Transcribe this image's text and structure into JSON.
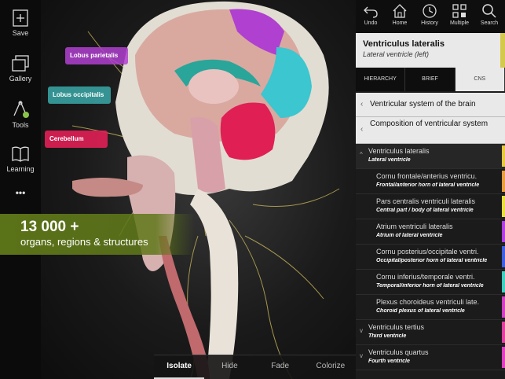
{
  "left_toolbar": {
    "save": "Save",
    "gallery": "Gallery",
    "tools": "Tools",
    "learning": "Learning",
    "more": "•••"
  },
  "labels": {
    "parietal": "Lobus parietalis",
    "occipital": "Lobus occipitalis",
    "cerebellum": "Cerebellum"
  },
  "banner": {
    "count": "13 000 +",
    "caption": "organs, regions & structures"
  },
  "bottom_bar": [
    "Isolate",
    "Hide",
    "Fade",
    "Colorize"
  ],
  "top_toolbar": {
    "undo": "Undo",
    "home": "Home",
    "history": "History",
    "multiple": "Multiple",
    "search": "Search"
  },
  "panel": {
    "title": "Ventriculus lateralis",
    "subtitle": "Lateral ventricle (left)",
    "tabs": [
      "HIERARCHY",
      "BRIEF",
      "CNS"
    ],
    "breadcrumbs": [
      "Ventricular system of the brain",
      "Composition of ventricular system"
    ],
    "rows": [
      {
        "name": "Ventriculus lateralis",
        "translation": "Lateral ventricle",
        "color": "#e8c840"
      },
      {
        "name": "Cornu frontale/anterius ventricu.",
        "translation": "Frontal/anterior horn of lateral ventricle",
        "color": "#e8a040"
      },
      {
        "name": "Pars centralis ventriculi lateralis",
        "translation": "Central part / body of lateral ventricle",
        "color": "#e8e040"
      },
      {
        "name": "Atrium ventriculi lateralis",
        "translation": "Atrium of lateral ventricle",
        "color": "#b040e0"
      },
      {
        "name": "Cornu posterius/occipitale ventri.",
        "translation": "Occipital/posterior horn of lateral ventricle",
        "color": "#4060e0"
      },
      {
        "name": "Cornu inferius/temporale ventri.",
        "translation": "Temporal/inferior horn of lateral ventricle",
        "color": "#40d0c0"
      },
      {
        "name": "Plexus choroideus ventriculi late.",
        "translation": "Choroid plexus of lateral ventricle",
        "color": "#d040c0"
      },
      {
        "name": "Ventriculus tertius",
        "translation": "Third ventricle",
        "color": "#e040a0"
      },
      {
        "name": "Ventriculus quartus",
        "translation": "Fourth ventricle",
        "color": "#e040c0"
      }
    ]
  },
  "colors": {
    "accent_green": "#5f7819",
    "parietal": "#b040d0",
    "occipital": "#3aa8a8",
    "cerebellum": "#e01f55"
  }
}
